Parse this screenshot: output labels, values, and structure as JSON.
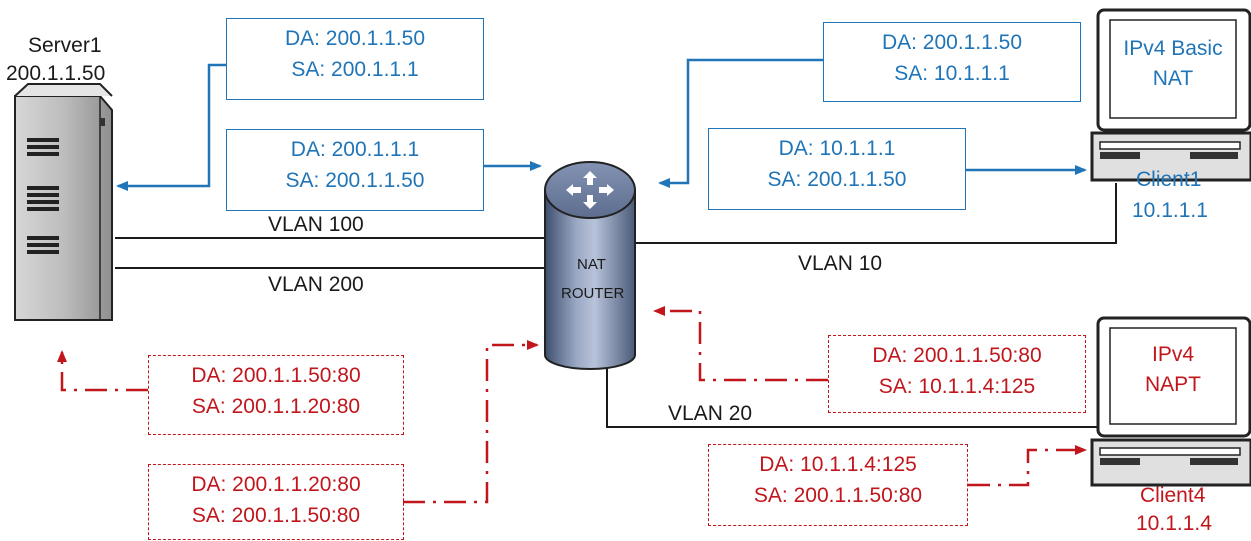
{
  "server": {
    "name": "Server1",
    "ip": "200.1.1.50"
  },
  "router": {
    "line1": "NAT",
    "line2": "ROUTER"
  },
  "client1": {
    "screen_line1": "IPv4 Basic",
    "screen_line2": "NAT",
    "name": "Client1",
    "ip": "10.1.1.1"
  },
  "client4": {
    "screen_line1": "IPv4",
    "screen_line2": "NAPT",
    "name": "Client4",
    "ip": "10.1.1.4"
  },
  "vlans": {
    "v100": "VLAN 100",
    "v200": "VLAN 200",
    "v10": "VLAN 10",
    "v20": "VLAN 20"
  },
  "packets": {
    "blue_server_in": {
      "da": "DA: 200.1.1.50",
      "sa": "SA: 200.1.1.1"
    },
    "blue_server_out": {
      "da": "DA: 200.1.1.1",
      "sa": "SA: 200.1.1.50"
    },
    "blue_client_out": {
      "da": "DA: 200.1.1.50",
      "sa": "SA: 10.1.1.1"
    },
    "blue_client_in": {
      "da": "DA: 10.1.1.1",
      "sa": "SA: 200.1.1.50"
    },
    "red_server_in": {
      "da": "DA: 200.1.1.50:80",
      "sa": "SA: 200.1.1.20:80"
    },
    "red_server_out": {
      "da": "DA: 200.1.1.20:80",
      "sa": "SA: 200.1.1.50:80"
    },
    "red_client_out": {
      "da": "DA: 200.1.1.50:80",
      "sa": "SA: 10.1.1.4:125"
    },
    "red_client_in": {
      "da": "DA: 10.1.1.4:125",
      "sa": "SA: 200.1.1.50:80"
    }
  },
  "colors": {
    "blue": "#1f75b8",
    "red": "#c0161c",
    "line": "#1a1a1a"
  }
}
